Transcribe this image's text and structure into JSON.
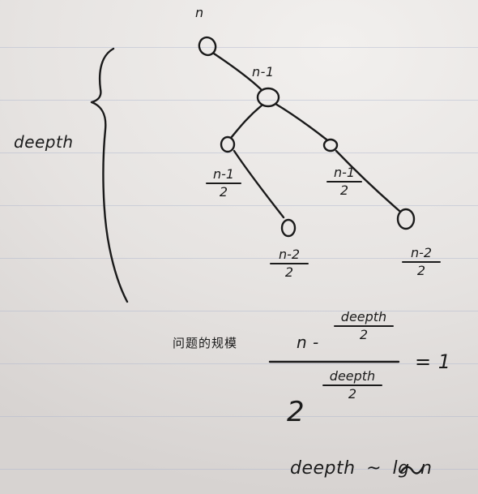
{
  "notes": {
    "root_label": "n",
    "level1_label": "n-1",
    "left_child_label": {
      "numerator": "n-1",
      "denominator": "2"
    },
    "right_child_label": {
      "numerator": "n-1",
      "denominator": "2"
    },
    "left_leaf_label": {
      "numerator": "n-2",
      "denominator": "2"
    },
    "right_leaf_label": {
      "numerator": "n-2",
      "denominator": "2"
    },
    "brace_label": "deepth",
    "scribble": "问题的规模",
    "equation": {
      "top_lhs": "n -",
      "top_fraction": {
        "numerator": "deepth",
        "denominator": "2"
      },
      "bottom_base": "2",
      "bottom_fraction": {
        "numerator": "deepth",
        "denominator": "2"
      },
      "rhs": "= 1"
    },
    "result": "deepth ~ lg n"
  }
}
